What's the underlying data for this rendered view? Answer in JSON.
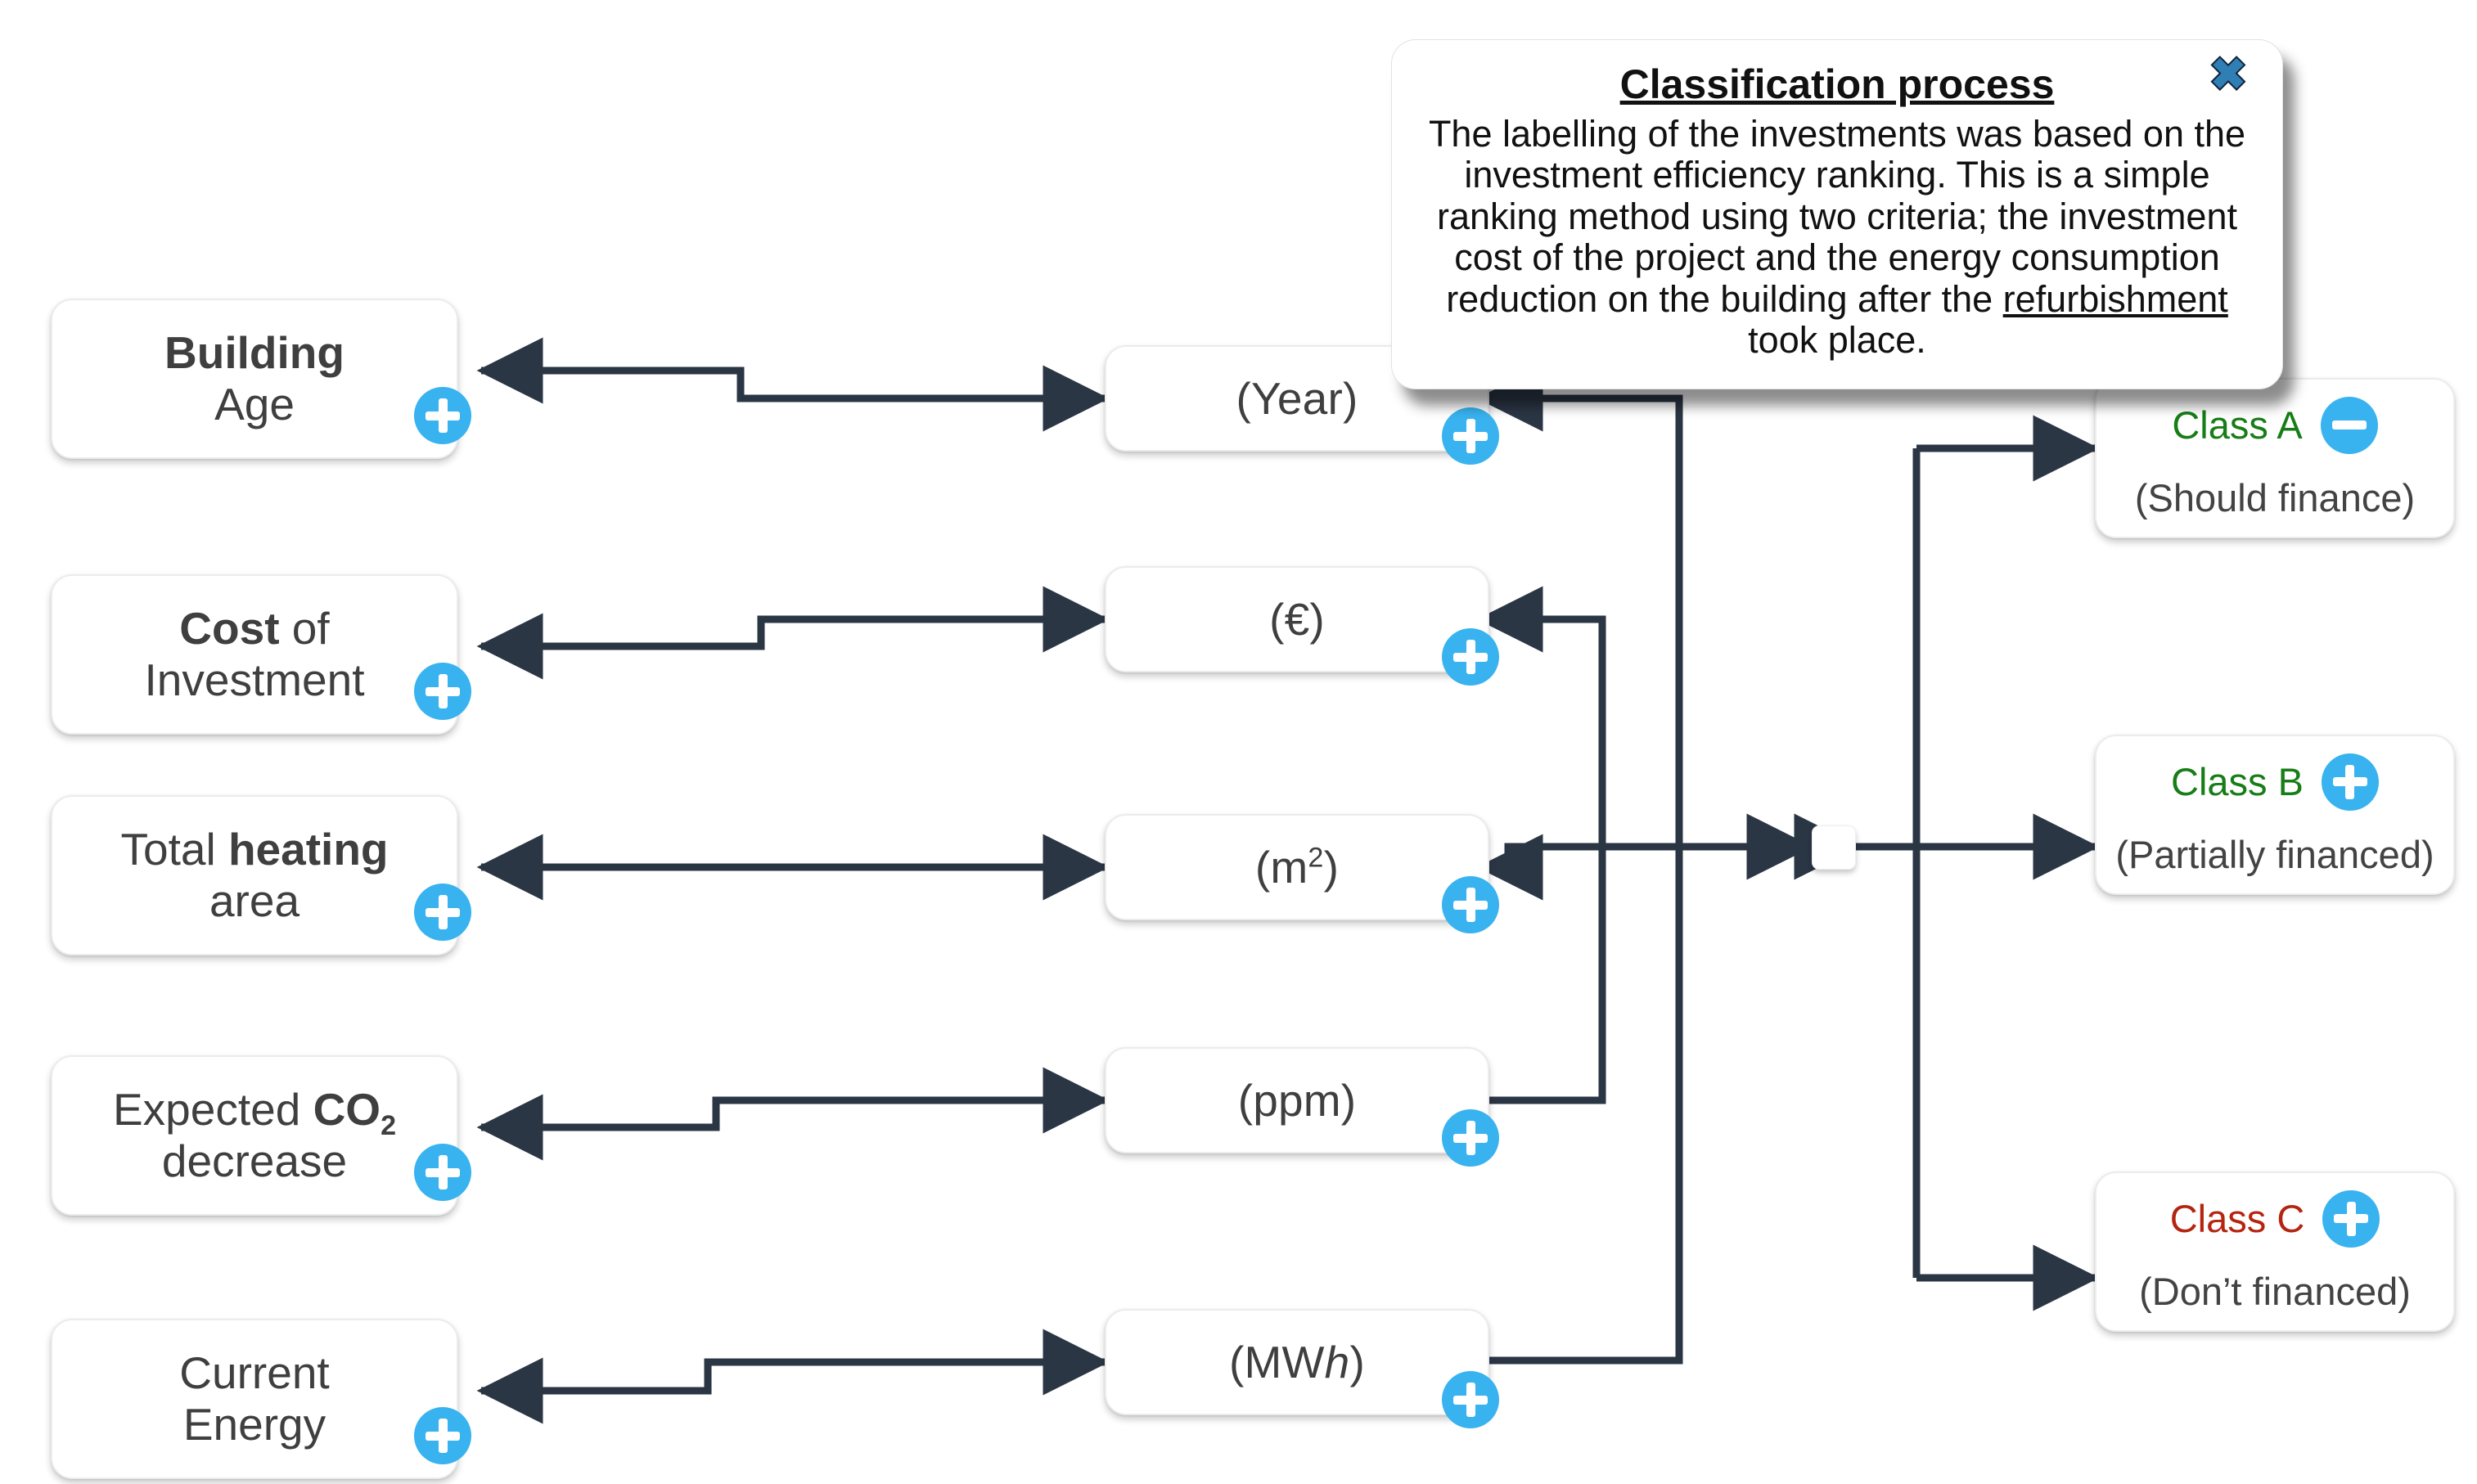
{
  "diagram": {
    "title": "Investment classification flow",
    "colors": {
      "accent_badge": "#38b3ef",
      "connector": "#2b3645",
      "class_positive": "#177d16",
      "class_negative": "#b52410",
      "card_text": "#3f3f3f",
      "background": "#ffffff"
    }
  },
  "features": [
    {
      "line1_bold": "Building",
      "line1_rest": "",
      "line2": "Age",
      "badge": "plus",
      "badge_icon": "plus-icon"
    },
    {
      "line1_bold": "Cost",
      "line1_rest": " of",
      "line2": "Investment",
      "badge": "plus",
      "badge_icon": "plus-icon"
    },
    {
      "line1_pre": "Total ",
      "line1_bold": "heating",
      "line2": "area",
      "badge": "plus",
      "badge_icon": "plus-icon"
    },
    {
      "line1_pre": "Expected ",
      "line1_bold": "CO2",
      "line2": "decrease",
      "badge": "plus",
      "badge_icon": "plus-icon"
    },
    {
      "line1_pre": "Current",
      "line1_bold": "",
      "line2": "Energy",
      "badge": "plus",
      "badge_icon": "plus-icon"
    }
  ],
  "units": [
    {
      "label": "(Year)",
      "badge": "plus",
      "badge_icon": "plus-icon"
    },
    {
      "label": "(€)",
      "badge": "plus",
      "badge_icon": "plus-icon"
    },
    {
      "label": "(m2)",
      "badge": "plus",
      "badge_icon": "plus-icon"
    },
    {
      "label": "(ppm)",
      "badge": "plus",
      "badge_icon": "plus-icon"
    },
    {
      "label": "(MWh)",
      "badge": "plus",
      "badge_icon": "plus-icon"
    }
  ],
  "classes": [
    {
      "name": "Class A",
      "sub": "(Should finance)",
      "color": "#177d16",
      "badge": "minus",
      "badge_icon": "minus-icon"
    },
    {
      "name": "Class B",
      "sub": "(Partially financed)",
      "color": "#177d16",
      "badge": "plus",
      "badge_icon": "plus-icon"
    },
    {
      "name": "Class C",
      "sub": "(Don’t financed)",
      "color": "#b52410",
      "badge": "plus",
      "badge_icon": "plus-icon"
    }
  ],
  "junction": {
    "name": "merge-node",
    "label": ""
  },
  "tooltip": {
    "title": "Classification process",
    "body_part1": "The labelling of the investments was based on the investment efficiency ranking. This is a simple ranking method using two criteria; the investment cost of the project and the energy consumption reduction on the building after the ",
    "body_underlined": "refurbishment",
    "body_part2": " took place.",
    "close_label": "✖"
  }
}
